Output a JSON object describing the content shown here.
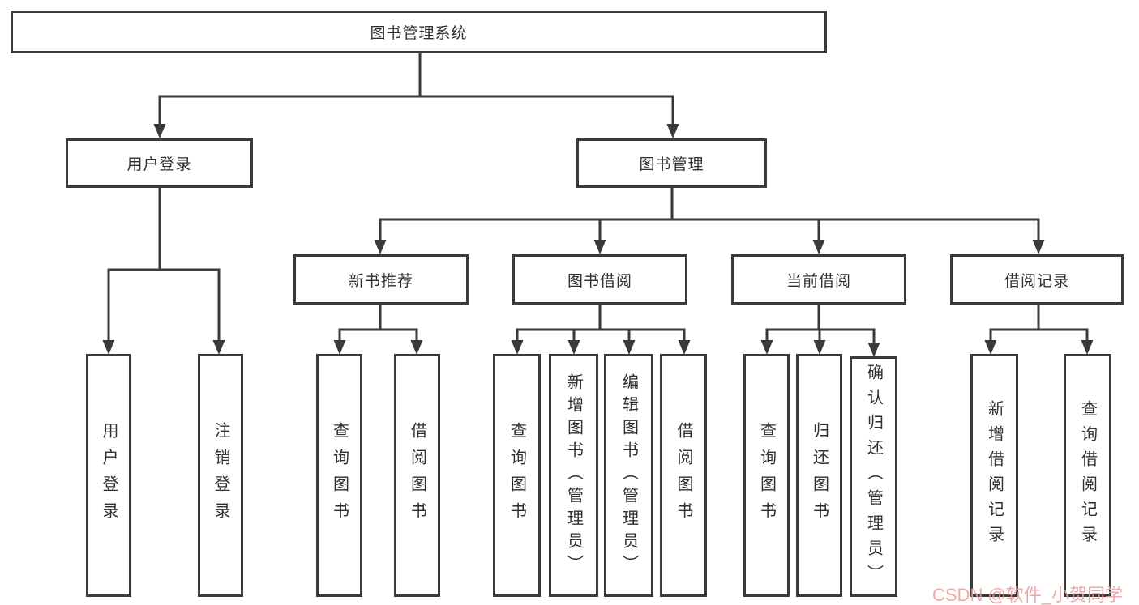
{
  "diagram": {
    "title": "图书管理系统",
    "tree": {
      "root": {
        "label": "图书管理系统"
      },
      "user_login": {
        "label": "用户登录",
        "children": {
          "login": "用户登录",
          "logout": "注销登录"
        }
      },
      "book_management": {
        "label": "图书管理",
        "sections": {
          "new_book_recommend": {
            "label": "新书推荐",
            "children": {
              "query": "查询图书",
              "borrow": "借阅图书"
            }
          },
          "book_borrow": {
            "label": "图书借阅",
            "children": {
              "query": "查询图书",
              "add": "新增图书（管理员）",
              "edit": "编辑图书（管理员）",
              "borrow": "借阅图书"
            }
          },
          "current_borrow": {
            "label": "当前借阅",
            "children": {
              "query": "查询图书",
              "return": "归还图书",
              "confirm": "确认归还（管理员）"
            }
          },
          "borrow_records": {
            "label": "借阅记录",
            "children": {
              "add": "新增借阅记录",
              "query": "查询借阅记录"
            }
          }
        }
      }
    }
  },
  "watermark": {
    "text": "CSDN @软件_小贺同学",
    "color": "#efa0a0"
  },
  "colors": {
    "line": "#3a3a3a",
    "background": "#ffffff",
    "box_background": "#ffffff",
    "text": "#2f2f2f"
  }
}
